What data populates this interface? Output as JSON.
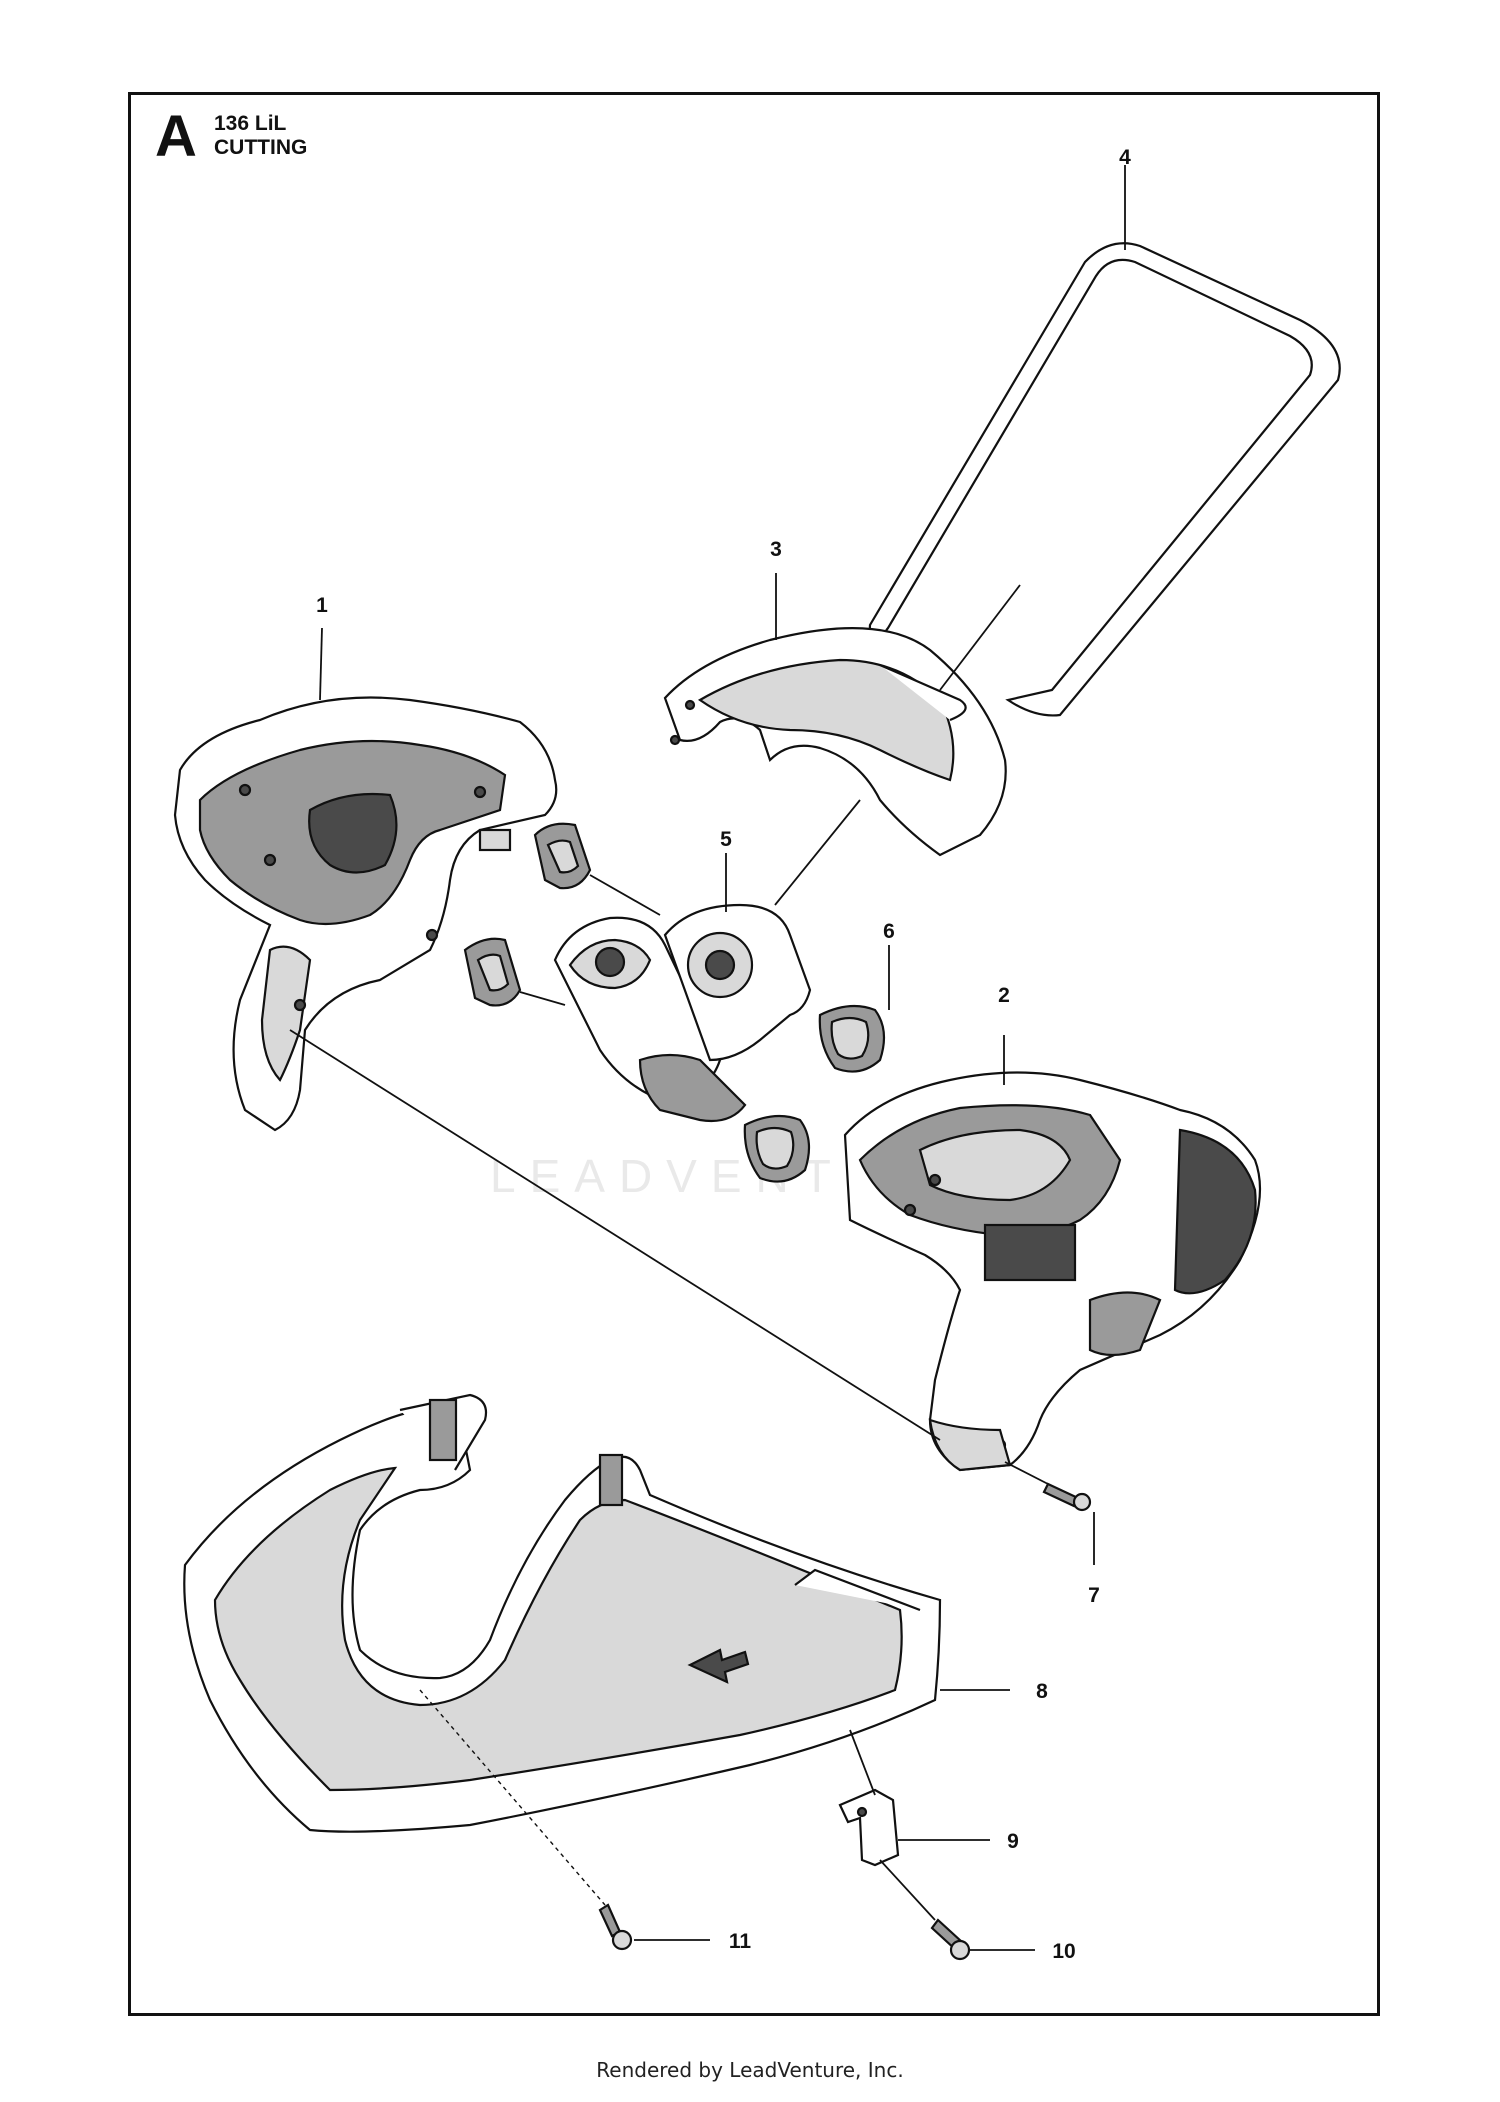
{
  "header": {
    "section_letter": "A",
    "model": "136 LiL",
    "section_title": "CUTTING"
  },
  "callouts": [
    "1",
    "2",
    "3",
    "4",
    "5",
    "6",
    "7",
    "8",
    "9",
    "10",
    "11"
  ],
  "watermark": "LEADVENTURE",
  "footer": "Rendered by LeadVenture, Inc."
}
